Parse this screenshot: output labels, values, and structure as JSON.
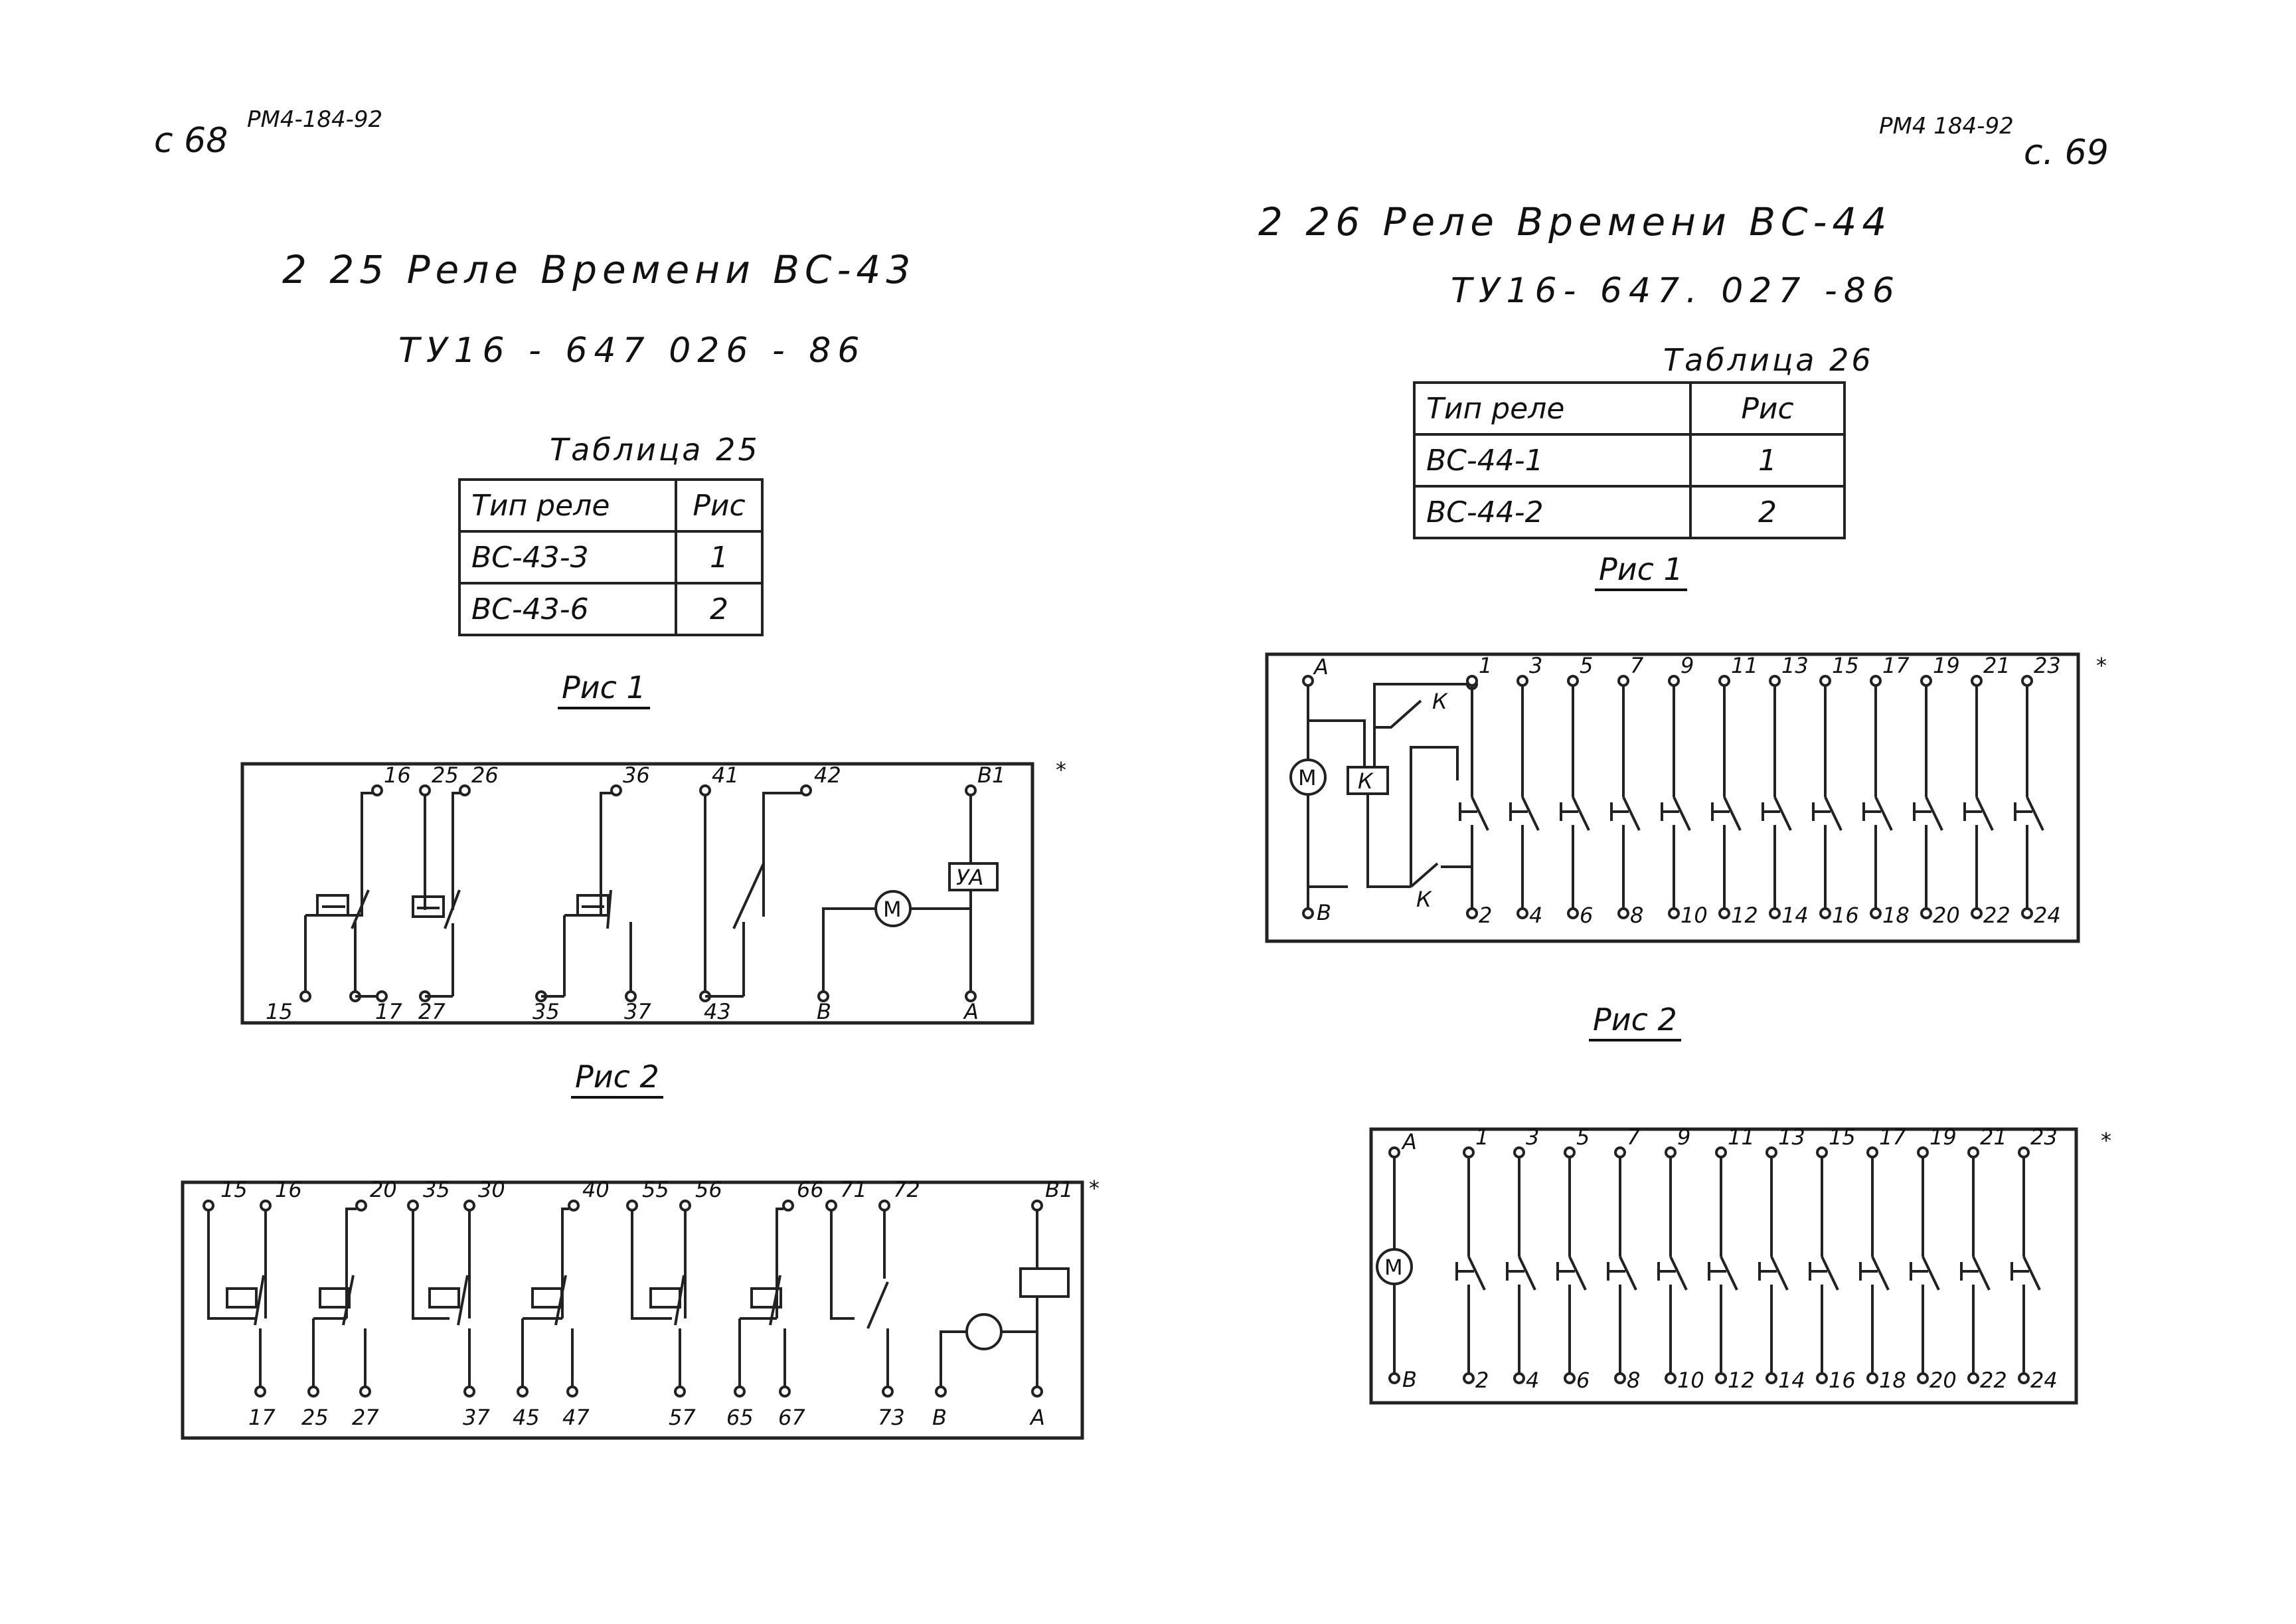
{
  "left_page": {
    "page_number": "с 68",
    "doc_code": "РМ4-184-92",
    "title": "2 25   Реле  Времени  ВС-43",
    "spec": "ТУ16 - 647 026 - 86",
    "table_caption": "Таблица 25",
    "table": {
      "headers": [
        "Тип  реле",
        "Рис"
      ],
      "rows": [
        [
          "ВС-43-3",
          "1"
        ],
        [
          "ВС-43-6",
          "2"
        ]
      ]
    },
    "fig1": {
      "caption": "Рис 1",
      "star": "*",
      "top_labels": [
        "16",
        "25",
        "26",
        "36",
        "41",
        "42",
        "В1"
      ],
      "bottom_labels": [
        "15",
        "17",
        "27",
        "35",
        "37",
        "43",
        "В",
        "А"
      ],
      "coil_label": "УА",
      "motor_label": "М"
    },
    "fig2": {
      "caption": "Рис 2",
      "star": "*",
      "top_labels": [
        "15",
        "16",
        "20",
        "35",
        "30",
        "40",
        "55",
        "56",
        "66",
        "71",
        "72",
        "В1"
      ],
      "bottom_labels": [
        "17",
        "25",
        "27",
        "37",
        "45",
        "47",
        "57",
        "65",
        "67",
        "73",
        "В",
        "А"
      ]
    }
  },
  "right_page": {
    "page_number": "с. 69",
    "doc_code": "РМ4 184-92",
    "title": "2 26  Реле  Времени  ВС-44",
    "spec": "ТУ16- 647. 027 -86",
    "table_caption": "Таблица 26",
    "table": {
      "headers": [
        "Тип  реле",
        "Рис"
      ],
      "rows": [
        [
          "ВС-44-1",
          "1"
        ],
        [
          "ВС-44-2",
          "2"
        ]
      ]
    },
    "fig1": {
      "caption": "Рис 1",
      "star": "*",
      "left_top": "А",
      "left_bottom": "В",
      "odd_labels": [
        "1",
        "3",
        "5",
        "7",
        "9",
        "11",
        "13",
        "15",
        "17",
        "19",
        "21",
        "23"
      ],
      "even_labels": [
        "2",
        "4",
        "6",
        "8",
        "10",
        "12",
        "14",
        "16",
        "18",
        "20",
        "22",
        "24"
      ],
      "motor_label": "М",
      "relay_label": "К",
      "contact_label": "К"
    },
    "fig2": {
      "caption": "Рис 2",
      "star": "*",
      "left_top": "А",
      "left_bottom": "В",
      "odd_labels": [
        "1",
        "3",
        "5",
        "7",
        "9",
        "11",
        "13",
        "15",
        "17",
        "19",
        "21",
        "23"
      ],
      "even_labels": [
        "2",
        "4",
        "6",
        "8",
        "10",
        "12",
        "14",
        "16",
        "18",
        "20",
        "22",
        "24"
      ],
      "motor_label": "М"
    }
  }
}
